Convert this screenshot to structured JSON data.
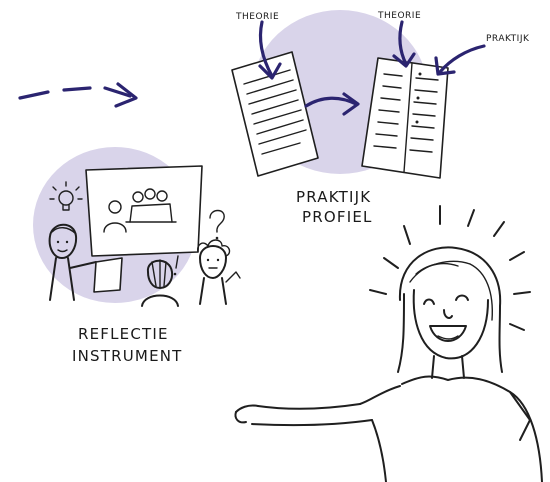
{
  "illustration": {
    "labels": {
      "theorie_left": "THEORIE",
      "theorie_right": "THEORIE",
      "praktijk_small": "PRAKTIJK",
      "praktijk_profiel_line1": "PRAKTIJK",
      "praktijk_profiel_line2": "PROFIEL",
      "reflectie_line1": "REFLECTIE",
      "reflectie_line2": "INSTRUMENT"
    },
    "colors": {
      "accent_navy": "#2b2470",
      "blob_lavender": "#d9d4ea",
      "ink": "#1f1f1f"
    }
  }
}
